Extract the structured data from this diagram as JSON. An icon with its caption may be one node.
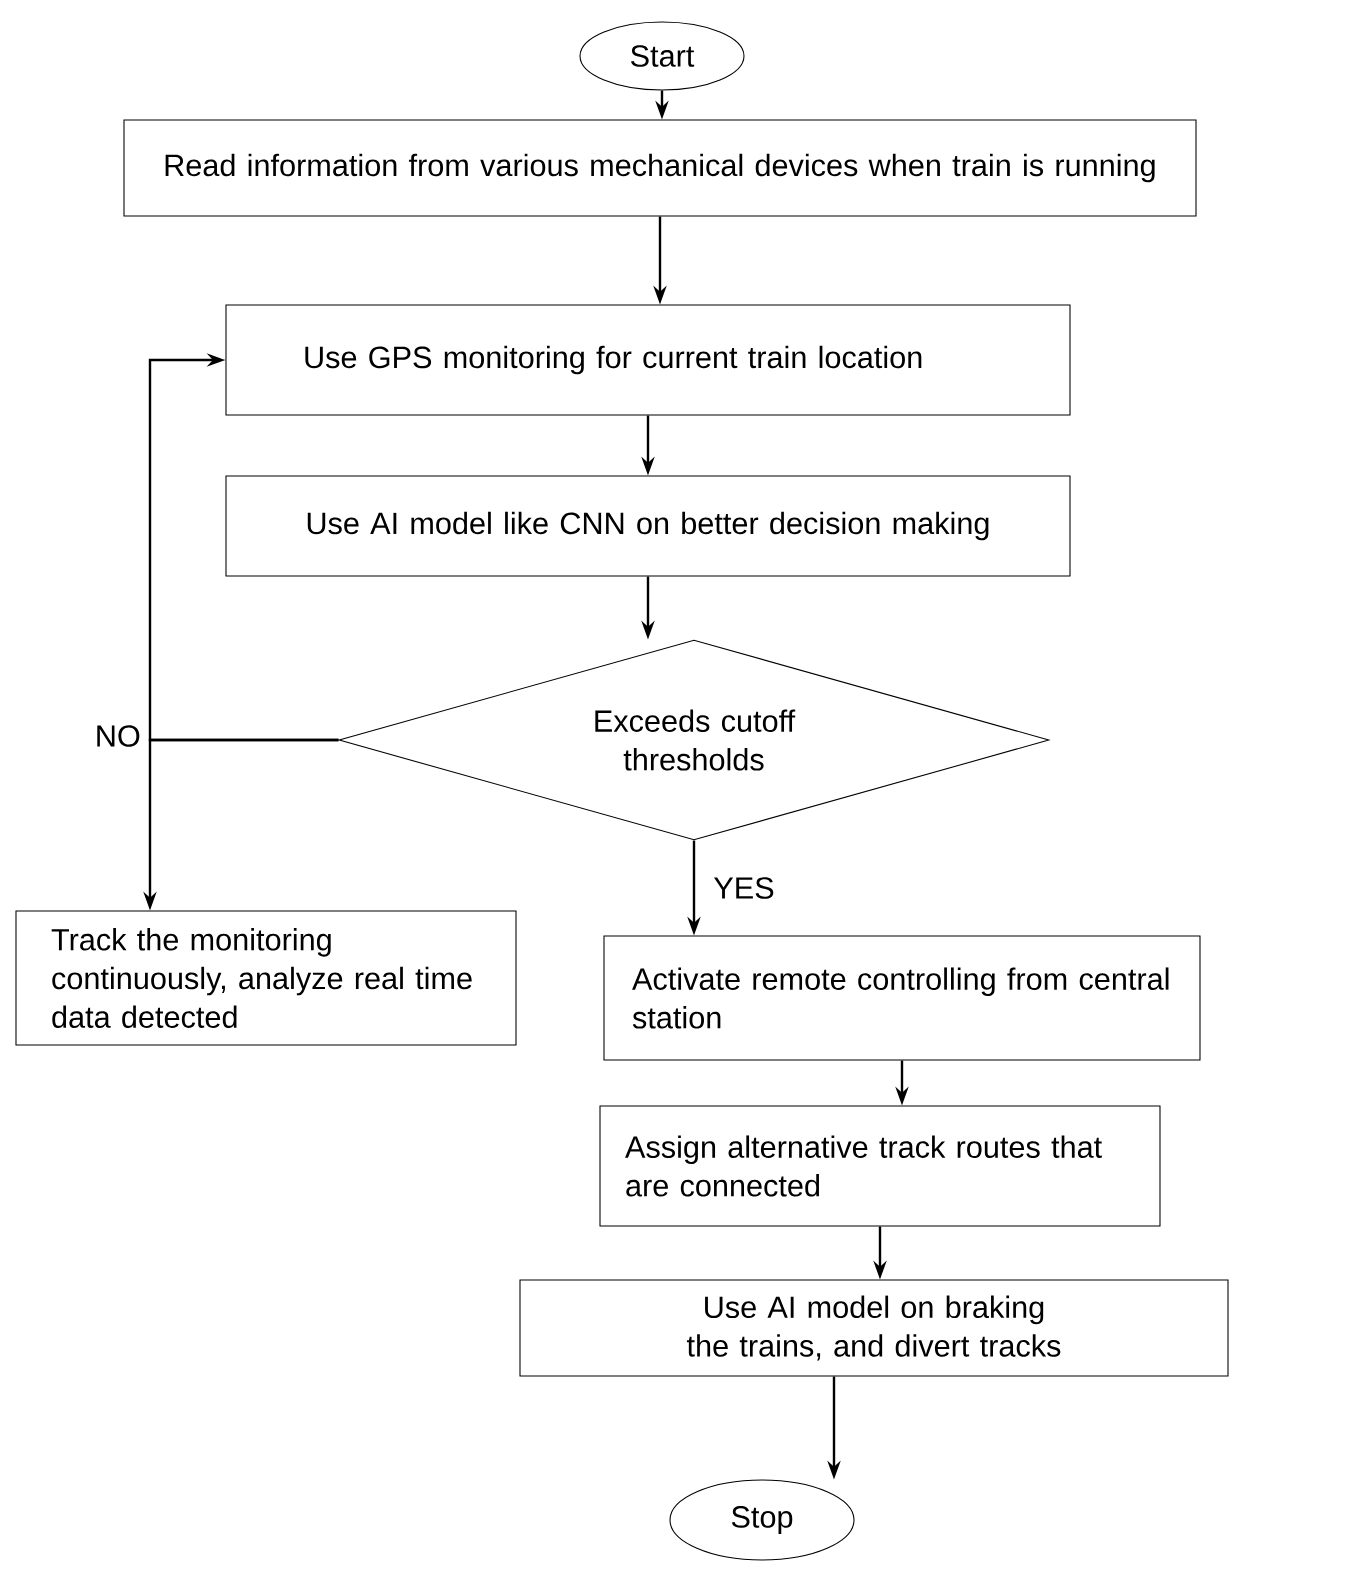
{
  "diagram": {
    "nodes": [
      {
        "text": [
          "Start"
        ]
      },
      {
        "text": [
          "Read information from various mechanical devices when train is running"
        ]
      },
      {
        "text": [
          "Use GPS monitoring for current train location"
        ]
      },
      {
        "text": [
          "Use AI model like CNN on better decision making"
        ]
      },
      {
        "text": [
          "Exceeds cutoff thresholds"
        ]
      },
      {
        "text": [
          "Track the monitoring continuously, analyze real time data detected"
        ]
      },
      {
        "text": [
          "Activate remote controlling from central station"
        ]
      },
      {
        "text": [
          "Assign alternative track routes that are connected"
        ]
      },
      {
        "text": [
          "Use AI model on braking the trains, and divert tracks"
        ]
      },
      {
        "text": [
          "Stop"
        ]
      }
    ],
    "edges": [
      {
        "from": 0,
        "to": 1,
        "arrow": "to"
      },
      {
        "from": 1,
        "to": 2,
        "arrow": "to"
      },
      {
        "from": 2,
        "to": 3,
        "arrow": "to"
      },
      {
        "from": 3,
        "to": 4,
        "arrow": "to"
      },
      {
        "from": 4,
        "to": 5,
        "arrow": "to",
        "label": "NO"
      },
      {
        "from": 4,
        "to": 2,
        "arrow": "to"
      },
      {
        "from": 4,
        "to": 6,
        "arrow": "to",
        "label": "YES"
      },
      {
        "from": 6,
        "to": 7,
        "arrow": "to"
      },
      {
        "from": 7,
        "to": 8,
        "arrow": "to"
      },
      {
        "from": 8,
        "to": 9,
        "arrow": "to"
      }
    ]
  }
}
